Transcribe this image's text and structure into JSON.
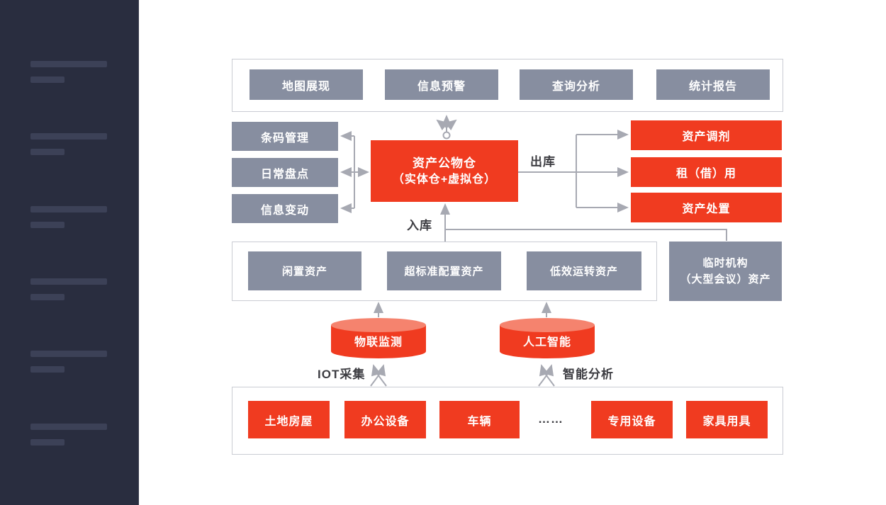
{
  "colors": {
    "accent_red": "#f03b20",
    "cylinder_top": "#f5836e",
    "slate_gray": "#878ea0",
    "connector_gray": "#a7a9b2",
    "panel_border": "#caccd3",
    "sidebar_bg": "#292d3f",
    "sidebar_placeholder_bar": "#3c4157",
    "label_text": "#3d3d42"
  },
  "top_row": {
    "items": [
      "地图展现",
      "信息预警",
      "查询分析",
      "统计报告"
    ]
  },
  "left_column": {
    "items": [
      "条码管理",
      "日常盘点",
      "信息变动"
    ]
  },
  "hub": {
    "title": "资产公物仓",
    "subtitle": "（实体仓+虚拟仓）"
  },
  "labels": {
    "outbound": "出库",
    "inbound": "入库",
    "iot_collect": "IOT采集",
    "ai_analysis": "智能分析",
    "ellipsis": "……"
  },
  "right_column": {
    "items": [
      "资产调剂",
      "租（借）用",
      "资产处置"
    ]
  },
  "asset_pool": {
    "items": [
      "闲置资产",
      "超标准配置资产",
      "低效运转资产"
    ],
    "temp_org": {
      "line1": "临时机构",
      "line2": "（大型会议）资产"
    }
  },
  "cylinders": {
    "items": [
      "物联监测",
      "人工智能"
    ]
  },
  "bottom_row": {
    "items": [
      "土地房屋",
      "办公设备",
      "车辆",
      "专用设备",
      "家具用具"
    ]
  }
}
